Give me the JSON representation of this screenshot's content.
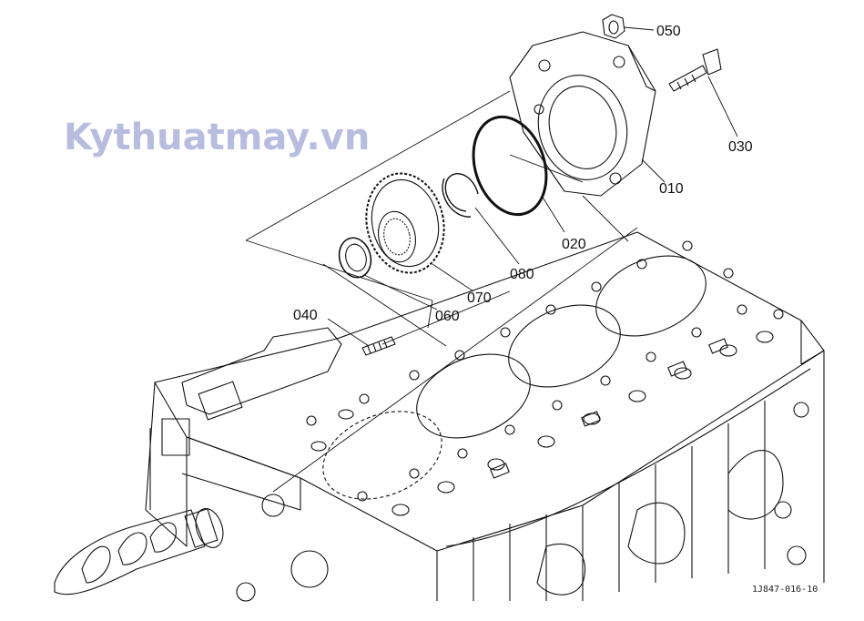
{
  "watermark": "Kythuatmay.vn",
  "drawing_id": "1J847-016-10",
  "parts": [
    {
      "ref": "010",
      "name": "cover"
    },
    {
      "ref": "020",
      "name": "o-ring"
    },
    {
      "ref": "030",
      "name": "bolt"
    },
    {
      "ref": "040",
      "name": "stud-bolt"
    },
    {
      "ref": "050",
      "name": "nut"
    },
    {
      "ref": "060",
      "name": "collar"
    },
    {
      "ref": "070",
      "name": "gear"
    },
    {
      "ref": "080",
      "name": "circlip"
    }
  ],
  "colors": {
    "line": "#111111",
    "watermark": "#b8bde0",
    "background": "#ffffff"
  }
}
